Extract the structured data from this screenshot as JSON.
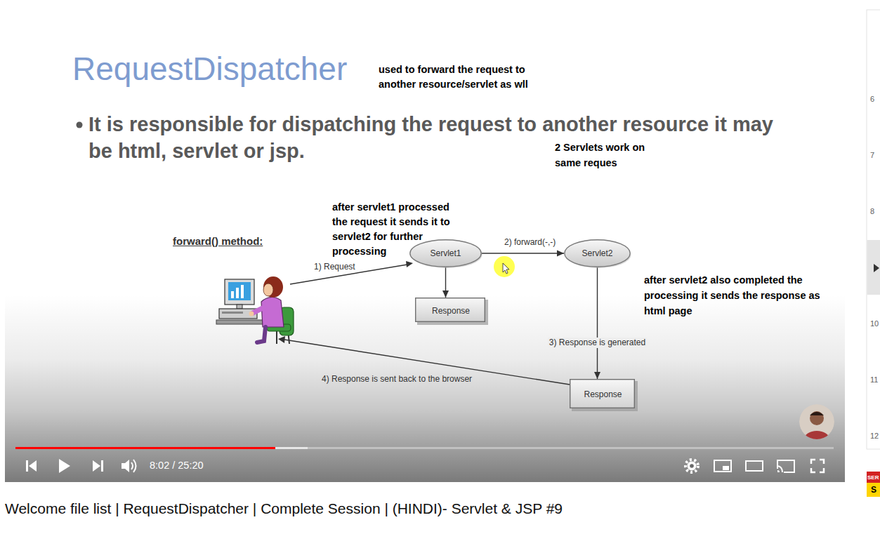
{
  "diagram": {
    "title": "RequestDispatcher",
    "nodes": [
      {
        "text": [
          "Servlet1"
        ]
      },
      {
        "text": [
          "Servlet2"
        ]
      },
      {
        "text": [
          "Response"
        ]
      },
      {
        "text": [
          "Response"
        ]
      }
    ],
    "edges": [
      {
        "from": 0,
        "to": 1,
        "label": "2) forward(-,-)",
        "arrow": "to"
      },
      {
        "from": 0,
        "to": 2,
        "arrow": "to"
      },
      {
        "from": 1,
        "to": 3,
        "label": "3) Response is generated",
        "arrow": "to"
      }
    ],
    "labels": [
      "used to forward the request to another resource/servlet as wll",
      "It is responsible for dispatching the request to another resource it may be html, servlet or jsp.",
      "2 Servlets work on same reques",
      "after servlet1 processed the request it sends it to servlet2 for further processing",
      "forward() method:",
      "1) Request",
      "after servlet2 also completed the processing it sends the response as html page",
      "4) Response is sent back to the browser",
      "8:02 / 25:20",
      "Welcome file list | RequestDispatcher | Complete Session | (HINDI)- Servlet & JSP #9",
      "6",
      "7",
      "8",
      "10",
      "11",
      "12",
      "SER",
      "S"
    ]
  }
}
